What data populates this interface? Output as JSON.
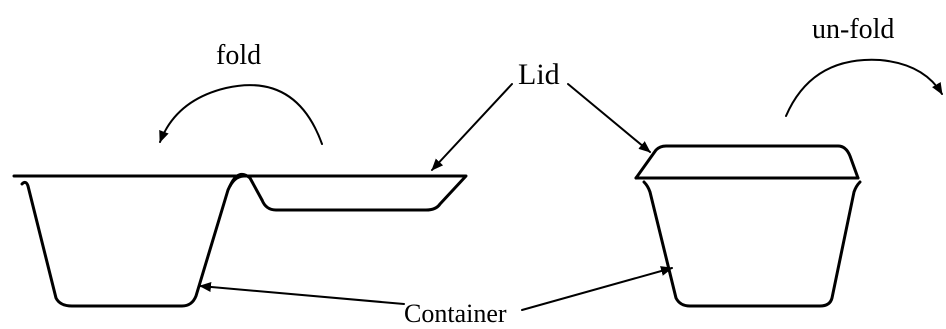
{
  "labels": {
    "fold": "fold",
    "unfold": "un-fold",
    "lid": "Lid",
    "container": "Container"
  },
  "colors": {
    "stroke": "#000000",
    "background": "#ffffff"
  }
}
